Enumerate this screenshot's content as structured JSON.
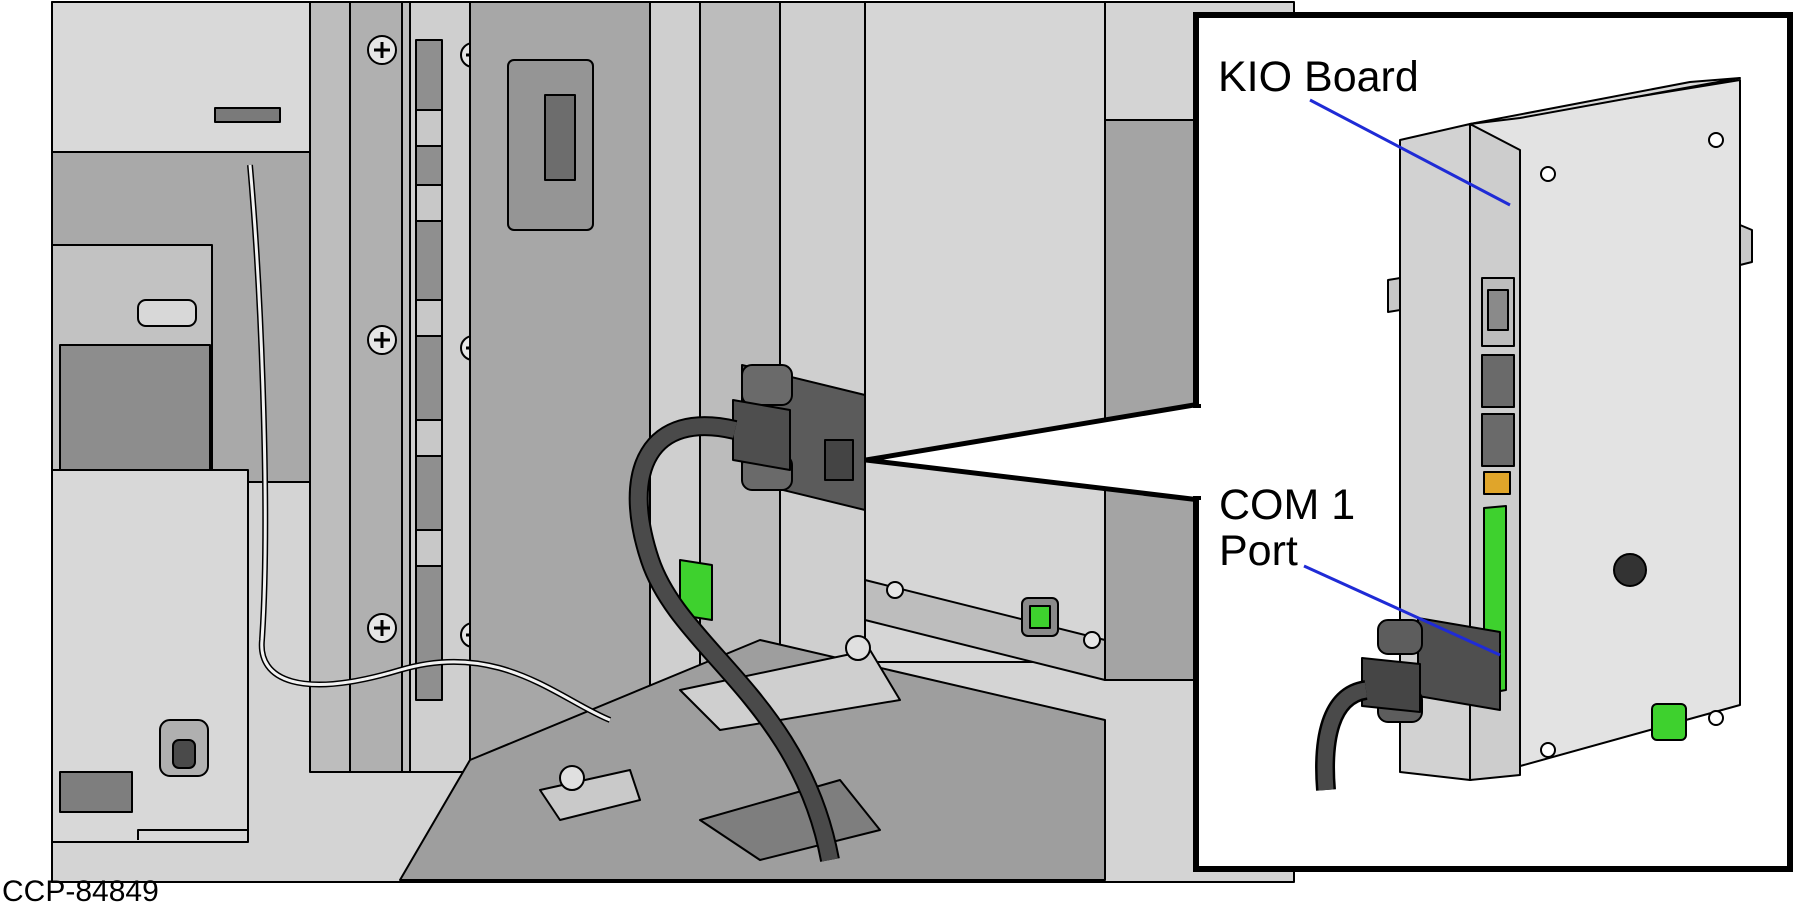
{
  "figure": {
    "id_text": "CCP-84849"
  },
  "callouts": {
    "kio_board": "KIO Board",
    "com1_line1": "COM 1",
    "com1_line2": "Port"
  },
  "colors": {
    "leader_line": "#1f2bd6",
    "green_highlight": "#3ed12e",
    "inset_border": "#000000",
    "sheet_metal": "#c9c9c9",
    "dark_panel": "#8c8c8c",
    "cable": "#4a4a4a"
  }
}
